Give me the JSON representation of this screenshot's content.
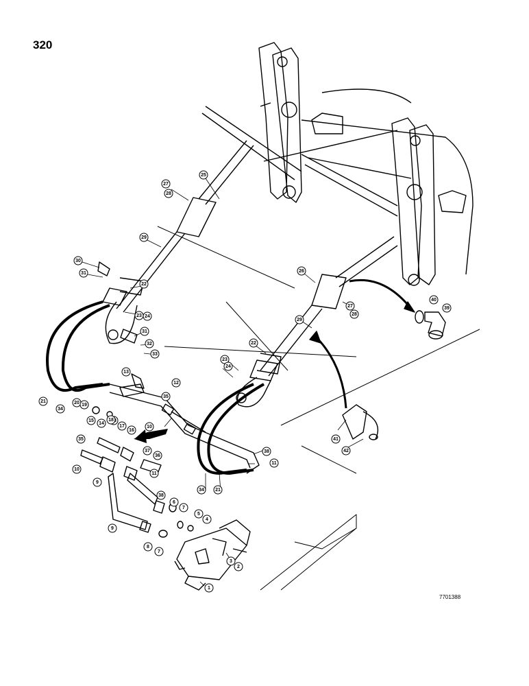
{
  "page": {
    "number": "320",
    "drawing_id": "7701388",
    "line_color": "#000000",
    "background_color": "#ffffff"
  },
  "callouts": [
    {
      "id": "c27a",
      "label": "27"
    },
    {
      "id": "c28a",
      "label": "28"
    },
    {
      "id": "c25",
      "label": "25"
    },
    {
      "id": "c29a",
      "label": "29"
    },
    {
      "id": "c30",
      "label": "30"
    },
    {
      "id": "c31a",
      "label": "31"
    },
    {
      "id": "c22a",
      "label": "22"
    },
    {
      "id": "c23a",
      "label": "23"
    },
    {
      "id": "c24a",
      "label": "24"
    },
    {
      "id": "c31b",
      "label": "31"
    },
    {
      "id": "c32",
      "label": "32"
    },
    {
      "id": "c33",
      "label": "33"
    },
    {
      "id": "c26",
      "label": "26"
    },
    {
      "id": "c27b",
      "label": "27"
    },
    {
      "id": "c28b",
      "label": "28"
    },
    {
      "id": "c29b",
      "label": "29"
    },
    {
      "id": "c22b",
      "label": "22"
    },
    {
      "id": "c23b",
      "label": "23"
    },
    {
      "id": "c24b",
      "label": "24"
    },
    {
      "id": "c40",
      "label": "40"
    },
    {
      "id": "c39",
      "label": "39"
    },
    {
      "id": "c21a",
      "label": "21"
    },
    {
      "id": "c34a",
      "label": "34"
    },
    {
      "id": "c20",
      "label": "20"
    },
    {
      "id": "c19",
      "label": "19"
    },
    {
      "id": "c13",
      "label": "13"
    },
    {
      "id": "c12",
      "label": "12"
    },
    {
      "id": "c35a",
      "label": "35"
    },
    {
      "id": "c18a",
      "label": "18"
    },
    {
      "id": "c15",
      "label": "15"
    },
    {
      "id": "c14",
      "label": "14"
    },
    {
      "id": "c18b",
      "label": "18"
    },
    {
      "id": "c17",
      "label": "17"
    },
    {
      "id": "c16",
      "label": "16"
    },
    {
      "id": "c10a",
      "label": "10"
    },
    {
      "id": "c35b",
      "label": "35"
    },
    {
      "id": "c37",
      "label": "37"
    },
    {
      "id": "c36",
      "label": "36"
    },
    {
      "id": "c10b",
      "label": "10"
    },
    {
      "id": "c11a",
      "label": "11"
    },
    {
      "id": "c9a",
      "label": "9"
    },
    {
      "id": "c38a",
      "label": "38"
    },
    {
      "id": "c6a",
      "label": "6"
    },
    {
      "id": "c7a",
      "label": "7"
    },
    {
      "id": "c5",
      "label": "5"
    },
    {
      "id": "c4",
      "label": "4"
    },
    {
      "id": "c9b",
      "label": "9"
    },
    {
      "id": "c8",
      "label": "8"
    },
    {
      "id": "c7b",
      "label": "7"
    },
    {
      "id": "c3",
      "label": "3"
    },
    {
      "id": "c2",
      "label": "2"
    },
    {
      "id": "c1",
      "label": "1"
    },
    {
      "id": "c34b",
      "label": "34"
    },
    {
      "id": "c21b",
      "label": "21"
    },
    {
      "id": "c38b",
      "label": "38"
    },
    {
      "id": "c11b",
      "label": "11"
    },
    {
      "id": "c41",
      "label": "41"
    },
    {
      "id": "c42",
      "label": "42"
    }
  ]
}
